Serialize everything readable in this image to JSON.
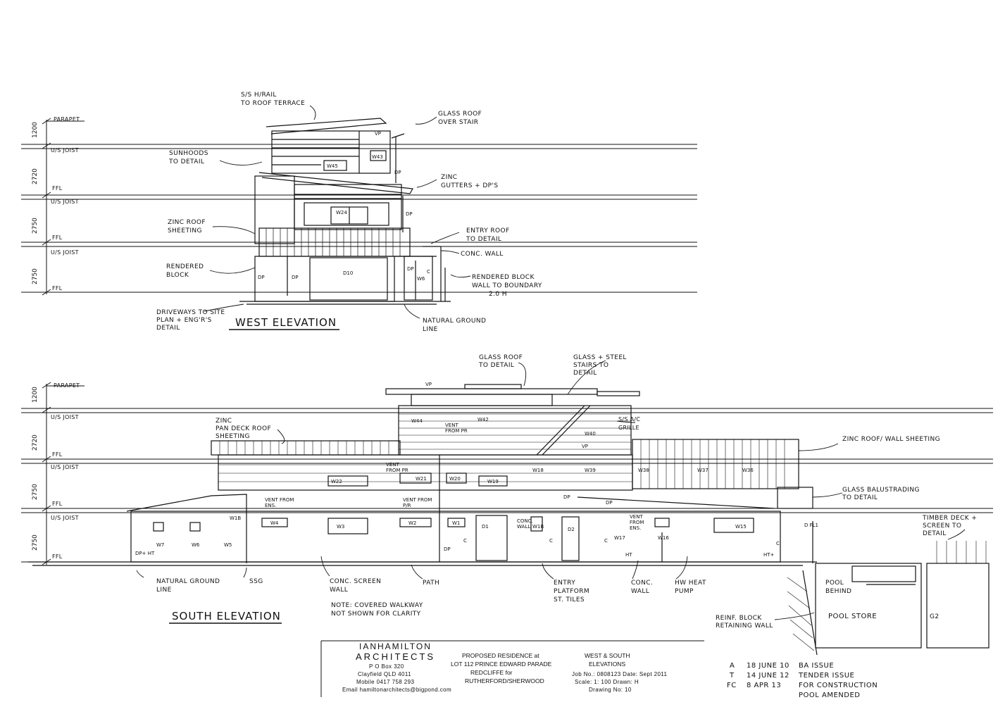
{
  "west": {
    "title": "WEST ELEVATION",
    "levels": {
      "parapet": "PARAPET",
      "usjoist": "U/S JOIST",
      "ffl": "FFL"
    },
    "dims": [
      "1200",
      "2720",
      "2750",
      "2750"
    ],
    "notes": {
      "rail": [
        "S/S H/RAIL",
        "TO ROOF TERRACE"
      ],
      "glass_roof": [
        "GLASS ROOF",
        "OVER STAIR"
      ],
      "sunhoods": [
        "SUNHOODS",
        "TO DETAIL"
      ],
      "zinc_gutters": [
        "ZINC",
        "GUTTERS + DP'S"
      ],
      "zinc_roof": [
        "ZINC ROOF",
        "SHEETING"
      ],
      "entry_roof": [
        "ENTRY ROOF",
        "TO DETAIL"
      ],
      "conc_wall": "CONC. WALL",
      "rendered_block": [
        "RENDERED",
        "BLOCK"
      ],
      "rendered_block_wall": [
        "RENDERED BLOCK",
        "WALL TO BOUNDARY",
        "2.0 H"
      ],
      "driveways": [
        "DRIVEWAYS TO SITE",
        "PLAN + ENG'R'S",
        "DETAIL"
      ],
      "ngl": [
        "NATURAL GROUND",
        "LINE"
      ]
    },
    "tags": {
      "vp": "VP",
      "dp": "DP",
      "w45": "W45",
      "w43": "W43",
      "w24": "W24",
      "d10": "D10",
      "w6": "W6",
      "c": "C"
    }
  },
  "south": {
    "title": "SOUTH ELEVATION",
    "levels": {
      "parapet": "PARAPET",
      "usjoist": "U/S JOIST",
      "ffl": "FFL"
    },
    "dims": [
      "1200",
      "2720",
      "2750",
      "2750"
    ],
    "notes": {
      "glass_roof": [
        "GLASS ROOF",
        "TO DETAIL"
      ],
      "glass_stairs": [
        "GLASS + STEEL",
        "STAIRS TO",
        "DETAIL"
      ],
      "zinc_pan": [
        "ZINC",
        "PAN DECK ROOF",
        "SHEETING"
      ],
      "ss_ac": [
        "S/S A/C",
        "GRILLE"
      ],
      "zinc_roof_wall": "ZINC ROOF/ WALL SHEETING",
      "glass_balustrade": [
        "GLASS BALUSTRADING",
        "TO DETAIL"
      ],
      "timber_deck": [
        "TIMBER DECK +",
        "SCREEN TO",
        "DETAIL"
      ],
      "vent_pr": [
        "VENT",
        "FROM PR"
      ],
      "vent_pr2": [
        "VENT",
        "FROM PR"
      ],
      "vent_ens": [
        "VENT FROM",
        "ENS."
      ],
      "vent_pr3": [
        "VENT FROM",
        "P/R"
      ],
      "vent_ens2": [
        "VENT",
        "FROM",
        "ENS."
      ],
      "conc_wall_small": [
        "CONC.",
        "WALL"
      ],
      "ngl": [
        "NATURAL GROUND",
        "LINE"
      ],
      "ssg": "SSG",
      "conc_screen": [
        "CONC. SCREEN",
        "WALL"
      ],
      "path": "PATH",
      "entry_platform": [
        "ENTRY",
        "PLATFORM",
        "ST. TILES"
      ],
      "conc_wall": [
        "CONC.",
        "WALL"
      ],
      "hw_pump": [
        "HW HEAT",
        "PUMP"
      ],
      "note": [
        "NOTE: COVERED WALKWAY",
        "NOT SHOWN FOR CLARITY"
      ],
      "reinf_block": [
        "REINF. BLOCK",
        "RETAINING WALL"
      ],
      "pool_behind": [
        "POOL",
        "BEHIND"
      ],
      "pool_store": "POOL STORE",
      "g2": "G2",
      "ht": "HT",
      "ht_plus": "HT+",
      "dp_ht": "DP+ HT",
      "d_fl1": "D FL1"
    },
    "tags": {
      "vp": "VP",
      "dp": "DP",
      "c": "C",
      "w44": "W44",
      "w42": "W42",
      "w40": "W40",
      "w22": "W22",
      "w21": "W21",
      "w20": "W20",
      "w19": "W19",
      "w18": "W18",
      "w39": "W39",
      "w38": "W38",
      "w37": "W37",
      "w36": "W36",
      "w7": "W7",
      "w6": "W6",
      "w5": "W5",
      "w4": "W4",
      "w3": "W3",
      "w2": "W2",
      "w1": "W1",
      "w17": "W17",
      "w16": "W16",
      "w15": "W15",
      "w1b": "W1B",
      "d1": "D1",
      "d2": "D2",
      "w1b2": "W1B",
      "vp2": "VP"
    }
  },
  "title_block": {
    "firm_name": "IANHAMILTON",
    "firm_type": "ARCHITECTS",
    "po_box": "P O Box 320",
    "suburb": "Clayfield QLD 4011",
    "mobile": "Mobile 0417 758 293",
    "email": "Email hamiltonarchitects@bigpond.com",
    "project": [
      "PROPOSED RESIDENCE at",
      "LOT 112 PRINCE EDWARD PARADE",
      "REDCLIFFE  for",
      "RUTHERFORD/SHERWOOD"
    ],
    "drawing_title": [
      "WEST & SOUTH",
      "ELEVATIONS"
    ],
    "job": "Job No.: 0808123  Date: Sept 2011",
    "scale": "Scale: 1: 100  Drawn: H",
    "drawing_no": "Drawing No: 10",
    "revisions": [
      {
        "rev": "A",
        "date": "18 JUNE 10",
        "desc": "BA ISSUE"
      },
      {
        "rev": "T",
        "date": "14 JUNE 12",
        "desc": "TENDER ISSUE"
      },
      {
        "rev": "FC",
        "date": "8 APR 13",
        "desc": "FOR CONSTRUCTION"
      },
      {
        "rev": "",
        "date": "",
        "desc": "POOL AMENDED"
      }
    ]
  }
}
